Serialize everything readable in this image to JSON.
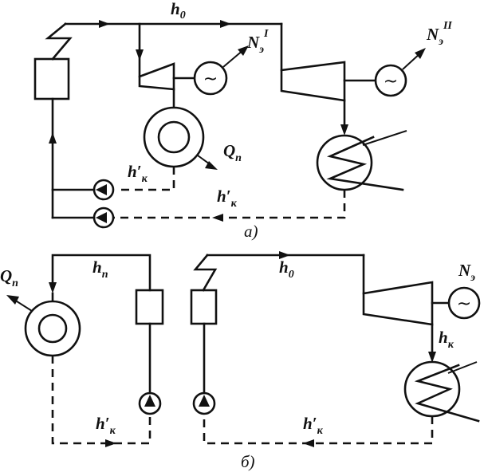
{
  "scheme_a": {
    "caption": "а)",
    "h0": {
      "main": "h",
      "sub": "0"
    },
    "ne1": {
      "main": "N",
      "sub": "э",
      "sup": "I"
    },
    "ne2": {
      "main": "N",
      "sub": "э",
      "sup": "II"
    },
    "qp": {
      "main": "Q",
      "sub": "п"
    },
    "hk_upper": {
      "main": "h′",
      "sub": "к"
    },
    "hk_lower": {
      "main": "h′",
      "sub": "к"
    },
    "generator_symbol": "~"
  },
  "scheme_b": {
    "caption": "б)",
    "hp": {
      "main": "h",
      "sub": "п"
    },
    "h0": {
      "main": "h",
      "sub": "0"
    },
    "ne": {
      "main": "N",
      "sub": "э"
    },
    "qp": {
      "main": "Q",
      "sub": "п"
    },
    "hk": {
      "main": "h",
      "sub": "к"
    },
    "hk_left": {
      "main": "h′",
      "sub": "к"
    },
    "hk_right": {
      "main": "h′",
      "sub": "к"
    },
    "generator_symbol": "~"
  }
}
